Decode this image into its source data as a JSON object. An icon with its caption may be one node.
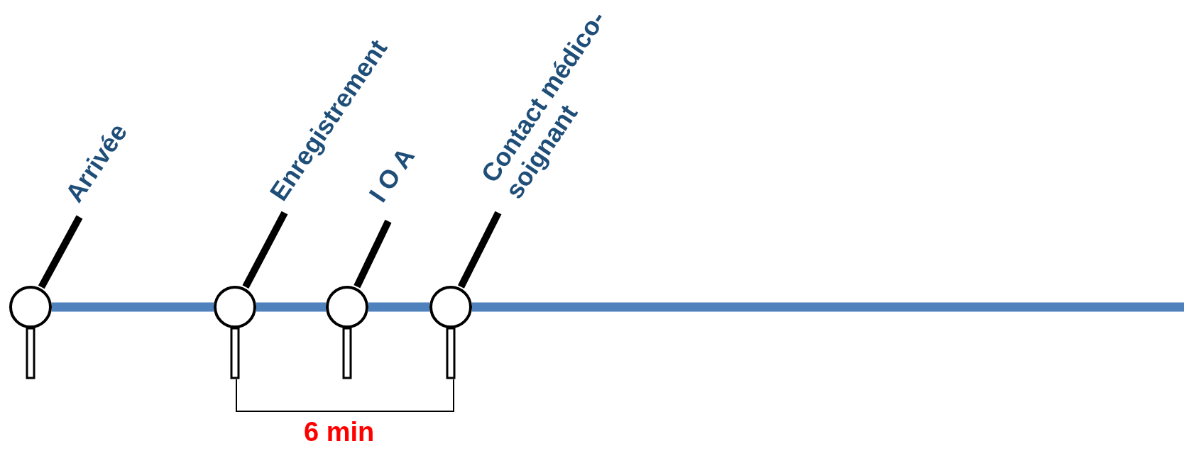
{
  "diagram": {
    "nodes": [
      {
        "text": [],
        "shape": "circle"
      },
      {
        "text": [],
        "shape": "circle"
      },
      {
        "text": [],
        "shape": "circle"
      },
      {
        "text": [],
        "shape": "circle"
      },
      {
        "text": [
          "Arrivée"
        ]
      },
      {
        "text": [
          "Enregistrement"
        ]
      },
      {
        "text": [
          "I O A"
        ]
      },
      {
        "text": [
          "Contact médico-soignant"
        ]
      }
    ],
    "edges": [
      {
        "from": 0,
        "to": 1,
        "arrow": "none"
      },
      {
        "from": 1,
        "to": 2,
        "arrow": "none"
      },
      {
        "from": 2,
        "to": 3,
        "arrow": "none"
      },
      {
        "from": 3,
        "to": null,
        "arrow": "none"
      },
      {
        "from": 4,
        "to": 0,
        "arrow": "none",
        "color": "#000000"
      },
      {
        "from": 5,
        "to": 1,
        "arrow": "none",
        "color": "#000000"
      },
      {
        "from": 6,
        "to": 2,
        "arrow": "none",
        "color": "#000000"
      },
      {
        "from": 7,
        "to": 3,
        "arrow": "none",
        "color": "#000000"
      }
    ],
    "labels": [
      "6 min"
    ]
  }
}
